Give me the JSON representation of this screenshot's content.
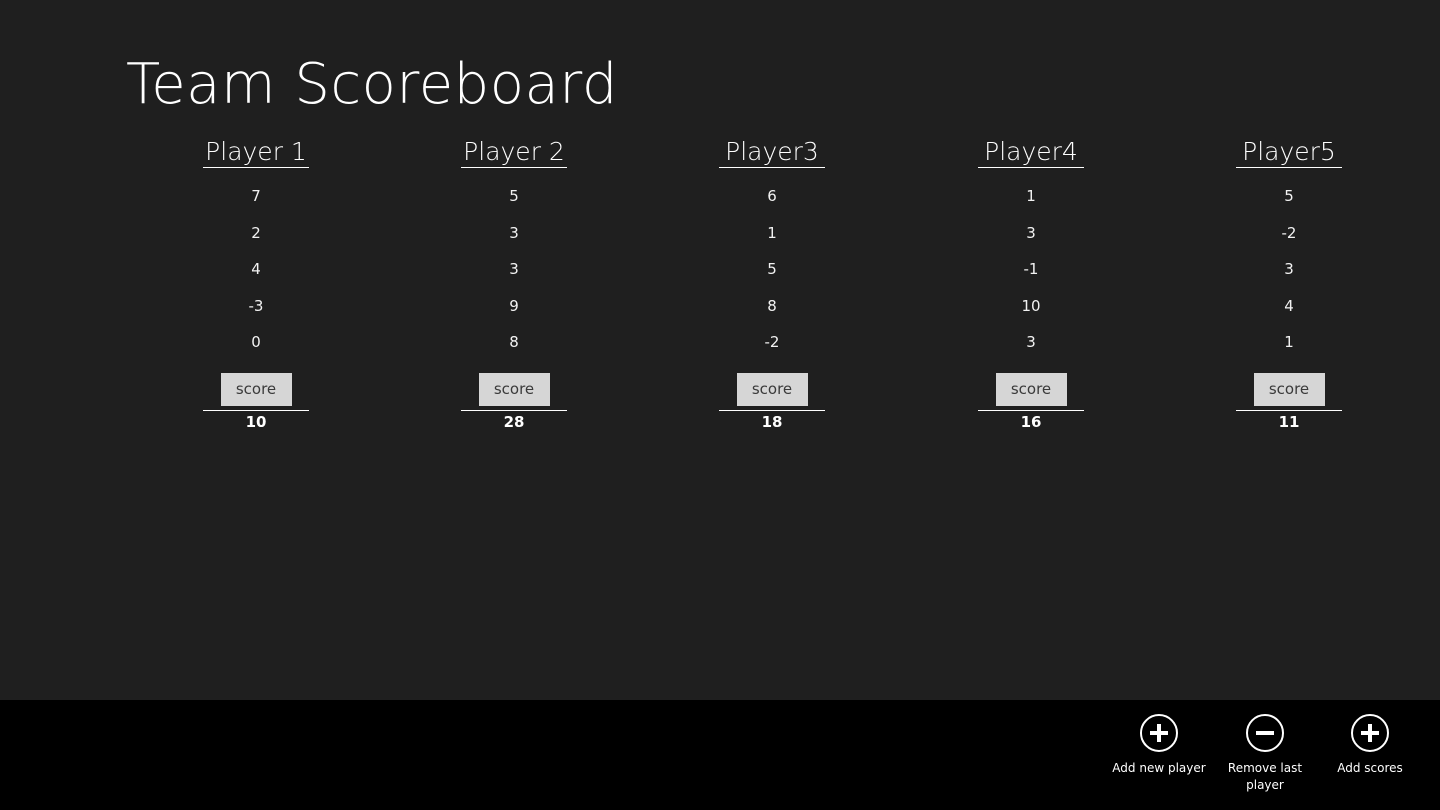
{
  "app": {
    "title": "Team Scoreboard"
  },
  "players": [
    {
      "name": "Player 1",
      "scores": [
        "7",
        "2",
        "4",
        "-3",
        "0"
      ],
      "button_label": "score",
      "total": "10"
    },
    {
      "name": "Player 2",
      "scores": [
        "5",
        "3",
        "3",
        "9",
        "8"
      ],
      "button_label": "score",
      "total": "28"
    },
    {
      "name": "Player3",
      "scores": [
        "6",
        "1",
        "5",
        "8",
        "-2"
      ],
      "button_label": "score",
      "total": "18"
    },
    {
      "name": "Player4",
      "scores": [
        "1",
        "3",
        "-1",
        "10",
        "3"
      ],
      "button_label": "score",
      "total": "16"
    },
    {
      "name": "Player5",
      "scores": [
        "5",
        "-2",
        "3",
        "4",
        "1"
      ],
      "button_label": "score",
      "total": "11"
    }
  ],
  "app_bar": {
    "commands": [
      {
        "label": "Add new player",
        "icon": "plus-circle-icon"
      },
      {
        "label": "Remove last\nplayer",
        "icon": "minus-circle-icon"
      },
      {
        "label": "Add scores",
        "icon": "plus-circle-icon"
      }
    ]
  },
  "colors": {
    "background": "#1f1f1f",
    "app_bar": "#000000",
    "button": "#d6d6d6",
    "text": "#ffffff"
  }
}
